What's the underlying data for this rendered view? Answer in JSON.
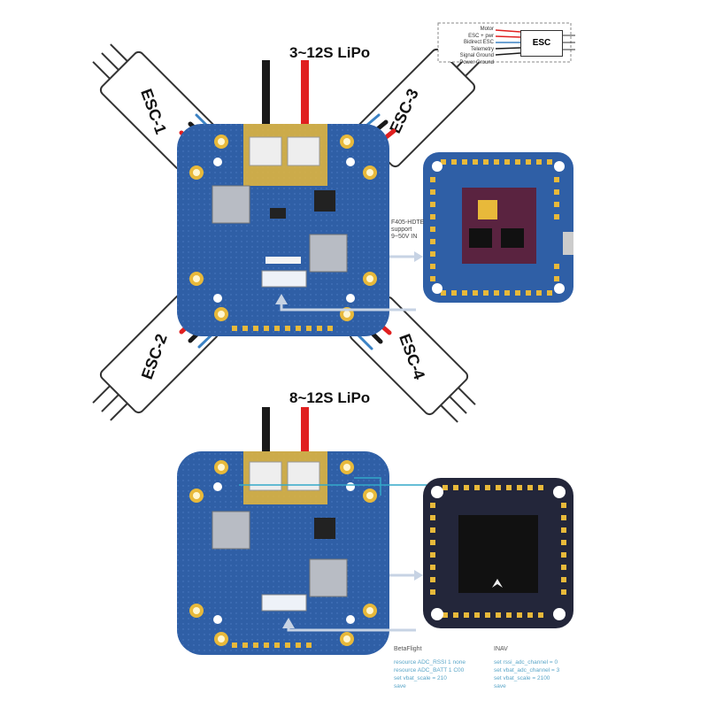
{
  "top_diagram": {
    "battery_label": "3~12S LiPo",
    "esc_labels": [
      "ESC-1",
      "ESC-3",
      "ESC-2",
      "ESC-4"
    ],
    "fc_note": [
      "F405-HDTE",
      "support",
      "9~50V IN"
    ],
    "wiring_legend": {
      "title": "ESC",
      "lines": [
        "Motor",
        "ESC + pwr",
        "Bidirect ESC Telemetry",
        "Signal Ground",
        "Power Ground"
      ]
    }
  },
  "bottom_diagram": {
    "battery_label": "8~12S LiPo"
  },
  "firmware": {
    "betaflight": {
      "title": "BetaFlight",
      "lines": [
        "resource ADC_RSSI 1 none",
        "resource ADC_BATT 1 C00",
        "set vbat_scale = 210",
        "save"
      ]
    },
    "inav": {
      "title": "INAV",
      "lines": [
        "set rssi_adc_channel = 0",
        "set vbat_adc_channel = 3",
        "set vbat_scale = 2100",
        "save"
      ]
    }
  },
  "colors": {
    "pcb_blue": "#2f5fa6",
    "pad_gold": "#e8b93a",
    "fc_dark": "#23263a",
    "fc_purple": "#5a2340",
    "wire_red": "#e02020",
    "wire_black": "#1a1a1a",
    "wire_blue": "#3b82c4",
    "signal_cyan": "#33a9c8"
  }
}
